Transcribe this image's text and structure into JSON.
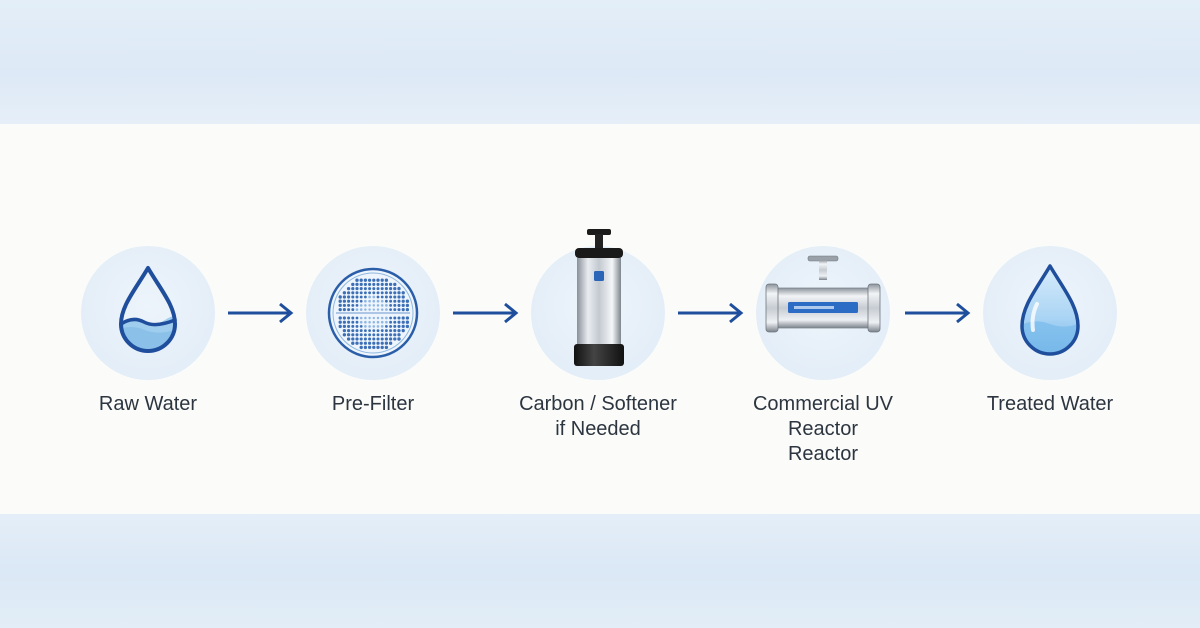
{
  "colors": {
    "accent": "#1f4e9c",
    "water": "#8cc4ec",
    "text": "#2c3540",
    "circle": "#e6eff9",
    "band": "#dfeaf6"
  },
  "steps": [
    {
      "label": "Raw Water",
      "icon": "water-drop-icon"
    },
    {
      "label": "Pre-Filter",
      "icon": "filter-disc-icon"
    },
    {
      "label": "Carbon / Softener\nif Needed",
      "icon": "filter-tank-icon"
    },
    {
      "label": "Commercial UV Reactor\nReactor",
      "icon": "uv-reactor-icon"
    },
    {
      "label": "Treated Water",
      "icon": "clean-water-drop-icon"
    }
  ]
}
